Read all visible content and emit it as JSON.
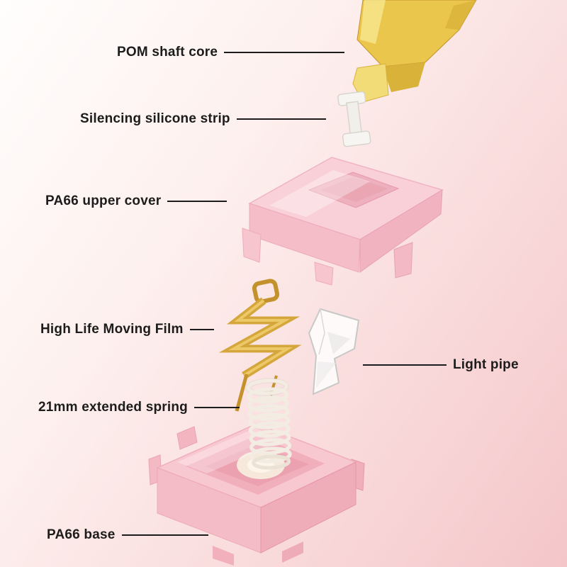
{
  "labels": {
    "pom_shaft_core": "POM shaft core",
    "silencing_silicone_strip": "Silencing silicone strip",
    "pa66_upper_cover": "PA66 upper cover",
    "high_life_moving_film": "High Life Moving Film",
    "light_pipe": "Light pipe",
    "spring_21mm": "21mm extended spring",
    "pa66_base": "PA66 base"
  },
  "colors": {
    "text": "#1c1c1c",
    "leader": "#1c1c1c",
    "stem_yellow": "#eac74c",
    "stem_yellow_dark": "#d9b23a",
    "stem_yellow_light": "#f2dc78",
    "silicone_white": "#f6f5f1",
    "pink_light": "#f9d0d8",
    "pink_mid": "#f4bcc7",
    "pink_dark": "#efaebc",
    "pink_deep": "#e89fae",
    "gold": "#d4a63c",
    "gold_light": "#ecc866",
    "gold_dark": "#c4922c",
    "clear_part": "#ffffff",
    "spring_white": "#f2ece2",
    "cream": "#f7e8dc"
  }
}
